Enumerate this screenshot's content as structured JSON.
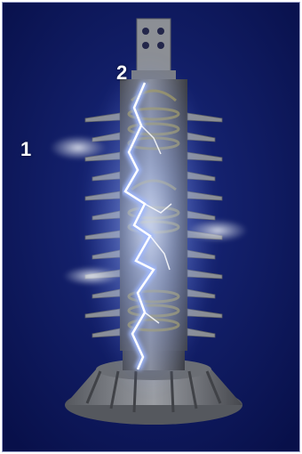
{
  "labels": {
    "one": "1",
    "two": "2"
  },
  "colors": {
    "background": "#0c1654",
    "insulator_body": "#6e7176",
    "shed": "#8b8e93",
    "arc": "#ffffff",
    "arc_glow": "#8fb0ff",
    "coil": "#a59a52"
  },
  "counts": {
    "sheds": 12
  }
}
